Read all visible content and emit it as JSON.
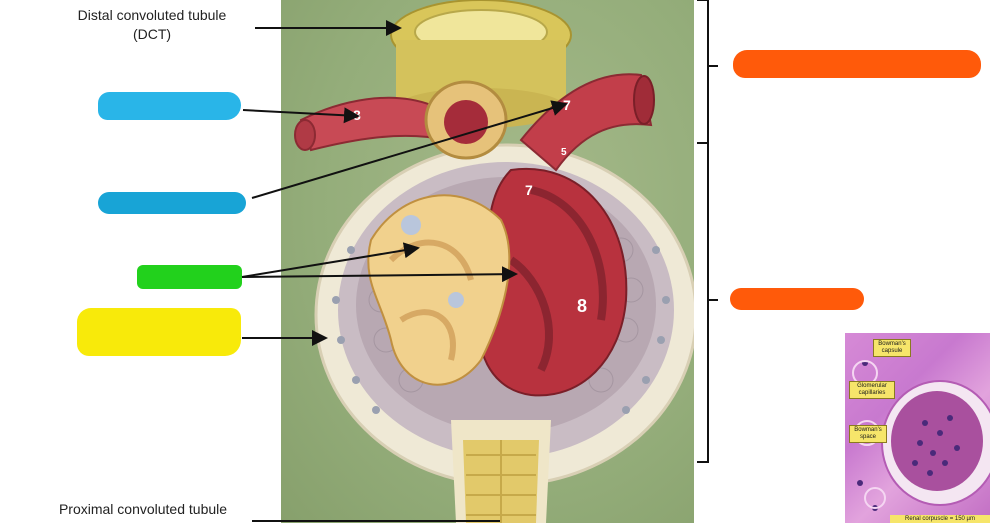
{
  "labels": {
    "dct_line1": "Distal convoluted tubule",
    "dct_line2": "(DCT)",
    "pct": "Proximal convoluted tubule"
  },
  "photo_numbers": [
    "8",
    "7",
    "7",
    "5",
    "8"
  ],
  "inset": {
    "tags": [
      "Bowman's capsule",
      "Glomerular capillaries",
      "Bowman's space"
    ],
    "scale": "Renal corpuscle = 150 µm"
  },
  "colors": {
    "highlight_blue": "#1fa9df",
    "highlight_green": "#22d11c",
    "highlight_yellow": "#f8ea0a",
    "highlight_orange": "#ff5a0a",
    "background": "#ffffff"
  }
}
